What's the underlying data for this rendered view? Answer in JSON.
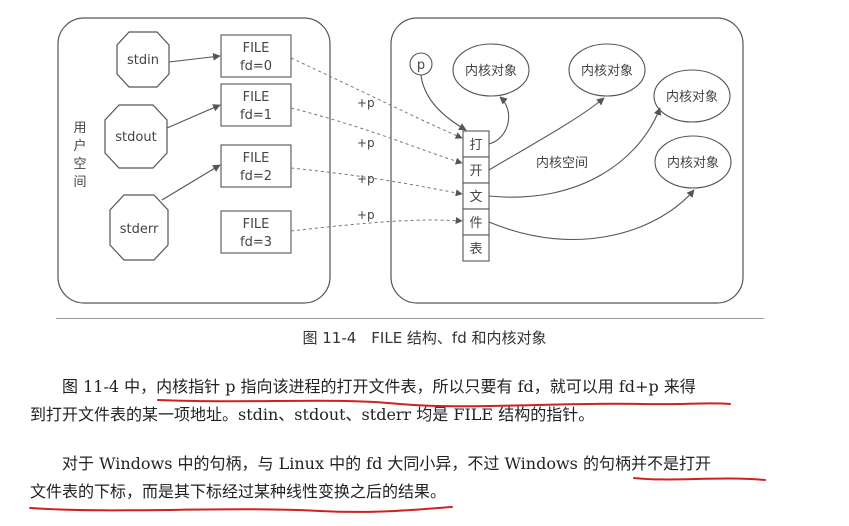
{
  "figure": {
    "user_space_label": "用户空间",
    "kernel_space_label": "内核空间",
    "streams": [
      "stdin",
      "stdout",
      "stderr"
    ],
    "file_boxes": [
      {
        "line1": "FILE",
        "line2": "fd=0"
      },
      {
        "line1": "FILE",
        "line2": "fd=1"
      },
      {
        "line1": "FILE",
        "line2": "fd=2"
      },
      {
        "line1": "FILE",
        "line2": "fd=3"
      }
    ],
    "offset_label": "+p",
    "pointer_label": "p",
    "open_file_table_chars": [
      "打",
      "开",
      "文",
      "件",
      "表"
    ],
    "kernel_object_label": "内核对象"
  },
  "caption": "图 11-4　FILE 结构、fd 和内核对象",
  "paragraphs": {
    "p1_line1": "图 11-4 中，内核指针 p 指向该进程的打开文件表，所以只要有 fd，就可以用 fd+p 来得",
    "p1_line2": "到打开文件表的某一项地址。stdin、stdout、stderr 均是 FILE 结构的指针。",
    "p2_line1": "对于 Windows 中的句柄，与 Linux 中的 fd 大同小异，不过 Windows 的句柄并不是打开",
    "p2_line2": "文件表的下标，而是其下标经过某种线性变换之后的结果。"
  },
  "colors": {
    "underline": "#d02020",
    "ink": "#444444"
  }
}
